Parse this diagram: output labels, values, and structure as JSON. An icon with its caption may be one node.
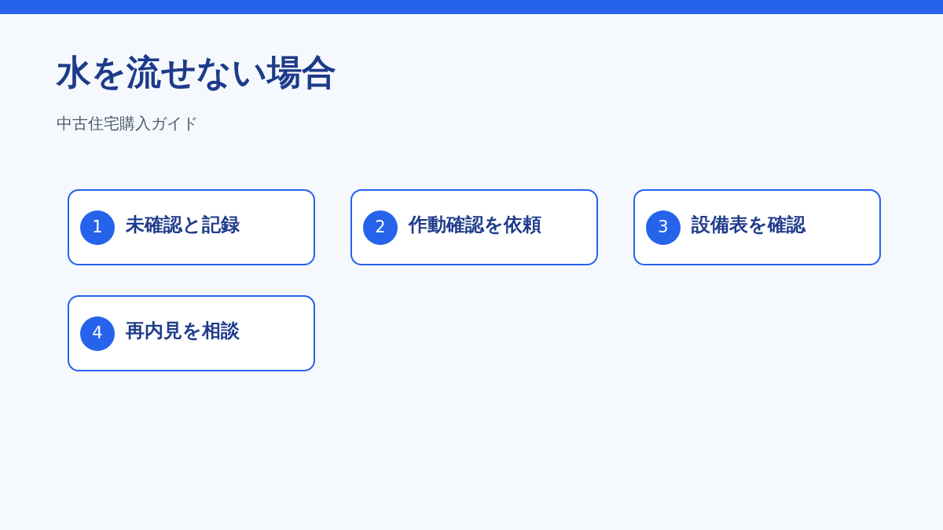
{
  "diagram": {
    "title": "水を流せない場合",
    "nodes": [
      {
        "text": [],
        "shape": "bar"
      },
      {
        "text": [
          "未確認と記録"
        ]
      },
      {
        "text": [
          "1"
        ],
        "in": 1
      },
      {
        "text": [
          "作動確認を依頼"
        ]
      },
      {
        "text": [
          "2"
        ],
        "in": 3
      },
      {
        "text": [
          "設備表を確認"
        ]
      },
      {
        "text": [
          "3"
        ],
        "in": 5
      },
      {
        "text": [
          "再内見を相談"
        ]
      },
      {
        "text": [
          "4"
        ],
        "in": 7
      }
    ],
    "labels": [
      "中古住宅購入ガイド"
    ]
  }
}
